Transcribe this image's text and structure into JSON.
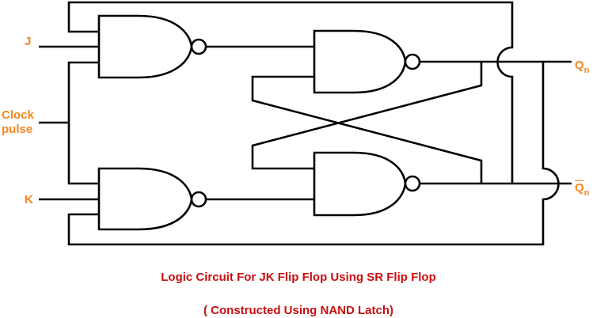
{
  "inputs": {
    "j": "J",
    "k": "K",
    "clock": "Clock",
    "clock2": "pulse"
  },
  "outputs": {
    "q": "Q",
    "q_sub": "n",
    "qbar": "Q",
    "qbar_sub": "n"
  },
  "caption": {
    "title": "Logic Circuit For JK Flip Flop Using SR Flip Flop",
    "subtitle": "( Constructed Using NAND Latch)"
  },
  "colors": {
    "label": "#f5861f",
    "caption": "#c80f0f",
    "wire": "#000000"
  }
}
